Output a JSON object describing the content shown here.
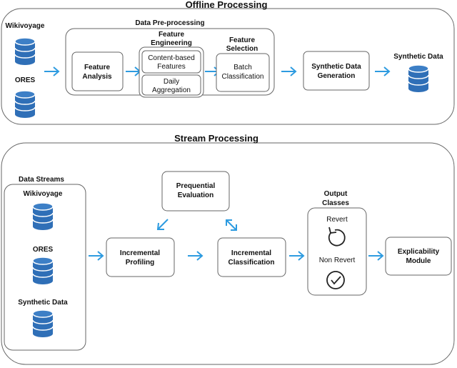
{
  "offline": {
    "title": "Offline Processing",
    "source_wikivoyage": "Wikivoyage",
    "source_ores": "ORES",
    "preprocessing_title": "Data Pre-processing",
    "feature_analysis": [
      "Feature",
      "Analysis"
    ],
    "feature_engineering_title": [
      "Feature",
      "Engineering"
    ],
    "content_based": [
      "Content-based",
      "Features"
    ],
    "daily_aggregation": [
      "Daily",
      "Aggregation"
    ],
    "feature_selection_title": [
      "Feature",
      "Selection"
    ],
    "batch_classification": [
      "Batch",
      "Classification"
    ],
    "synthetic_generation": [
      "Synthetic Data",
      "Generation"
    ],
    "synthetic_data": "Synthetic Data"
  },
  "stream": {
    "title": "Stream Processing",
    "data_streams_title": "Data Streams",
    "stream_wikivoyage": "Wikivoyage",
    "stream_ores": "ORES",
    "stream_synthetic": "Synthetic Data",
    "prequential": [
      "Prequential",
      "Evaluation"
    ],
    "incremental_profiling": [
      "Incremental",
      "Profiling"
    ],
    "incremental_classification": [
      "Incremental",
      "Classification"
    ],
    "output_classes_title": [
      "Output",
      "Classes"
    ],
    "revert": "Revert",
    "non_revert": "Non Revert",
    "explicability": [
      "Explicability",
      "Module"
    ]
  },
  "icons": {
    "database": "database-icon",
    "revert": "revert-icon",
    "non_revert": "check-circle-icon",
    "arrow": "arrow-right-icon"
  },
  "colors": {
    "database": "#2f6fb7",
    "arrow": "#2d9be0",
    "border": "#333333"
  }
}
